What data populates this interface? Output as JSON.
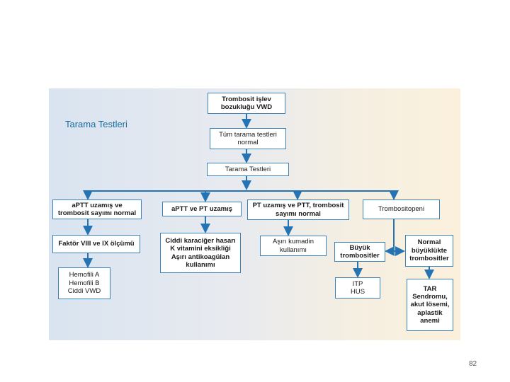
{
  "heading": "Tarama Testleri",
  "page_number": "82",
  "nodes": {
    "start": [
      "Trombosit işlev",
      "bozukluğu VWD"
    ],
    "all_normal": [
      "Tüm tarama testleri",
      "normal"
    ],
    "screening": [
      "Tarama Testleri"
    ],
    "aptt_prolonged": [
      "aPTT uzamış ve",
      "trombosit sayımı normal"
    ],
    "aptt_pt_prolonged": [
      "aPTT ve PT uzamış"
    ],
    "pt_prolonged": [
      "PT uzamış ve PTT, trombosit",
      "sayımı normal"
    ],
    "thrombocytopenia": [
      "Trombositopeni"
    ],
    "factor_test": [
      "Faktör VIII ve IX ölçümü"
    ],
    "liver": [
      "Ciddi karaciğer hasarı",
      "K vitamini eksikliği",
      "Aşırı antikoagülan",
      "kullanımı"
    ],
    "coumadin": [
      "Aşırı kumadin",
      "kullanımı"
    ],
    "large_platelets": [
      "Büyük",
      "trombositler"
    ],
    "normal_platelets": [
      "Normal",
      "büyüklükte",
      "trombositler"
    ],
    "hemophilia": [
      "Hemofili A",
      "Hemofili B",
      "Ciddi VWD"
    ],
    "itp": [
      "ITP",
      "HUS"
    ],
    "tar": [
      "TAR",
      "Sendromu,",
      "akut lösemi,",
      "aplastik",
      "anemi"
    ]
  }
}
